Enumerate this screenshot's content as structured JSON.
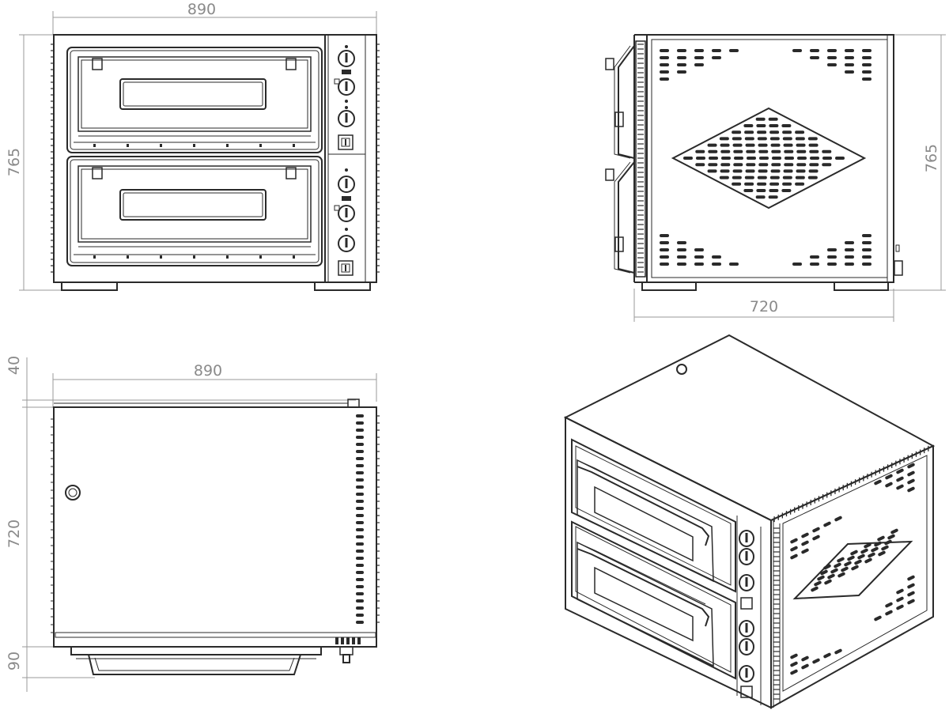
{
  "views": {
    "front": {
      "width_dim": "890",
      "height_dim": "765"
    },
    "side": {
      "depth_dim": "720",
      "height_dim": "765"
    },
    "top": {
      "width_dim": "890",
      "depth_dim": "720",
      "top_offset_dim": "40",
      "bottom_offset_dim": "90"
    }
  },
  "colors": {
    "line": "#2a2a2a",
    "dimension": "#8a8a8a",
    "background": "#ffffff"
  }
}
